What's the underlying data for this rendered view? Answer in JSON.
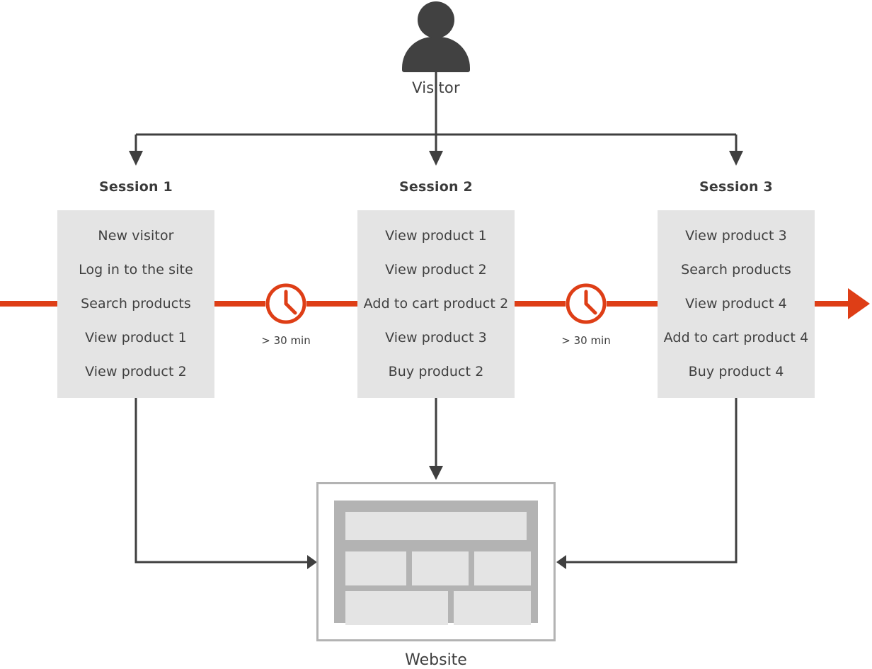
{
  "diagram": {
    "title_visible": false,
    "colors": {
      "accent_red": "#de3e16",
      "box_gray": "#e4e4e4",
      "panel_gray": "#b3b3b3",
      "line_dark": "#3f3f3f",
      "text_dark": "#3f3f3f",
      "background": "#ffffff"
    }
  },
  "actor": {
    "icon": "person-icon",
    "label": "Visitor"
  },
  "sessions": [
    {
      "title": "Session 1",
      "steps": [
        "New visitor",
        "Log in to the site",
        "Search products",
        "View product 1",
        "View product 2"
      ]
    },
    {
      "title": "Session 2",
      "steps": [
        "View product 1",
        "View product 2",
        "Add to cart product 2",
        "View product 3",
        "Buy product 2"
      ]
    },
    {
      "title": "Session 3",
      "steps": [
        "View product 3",
        "Search products",
        "View product 4",
        "Add to cart product 4",
        "Buy product 4"
      ]
    }
  ],
  "gaps": [
    {
      "icon": "clock-icon",
      "label": "> 30 min"
    },
    {
      "icon": "clock-icon",
      "label": "> 30 min"
    }
  ],
  "target": {
    "icon": "website-layout-icon",
    "label": "Website"
  }
}
